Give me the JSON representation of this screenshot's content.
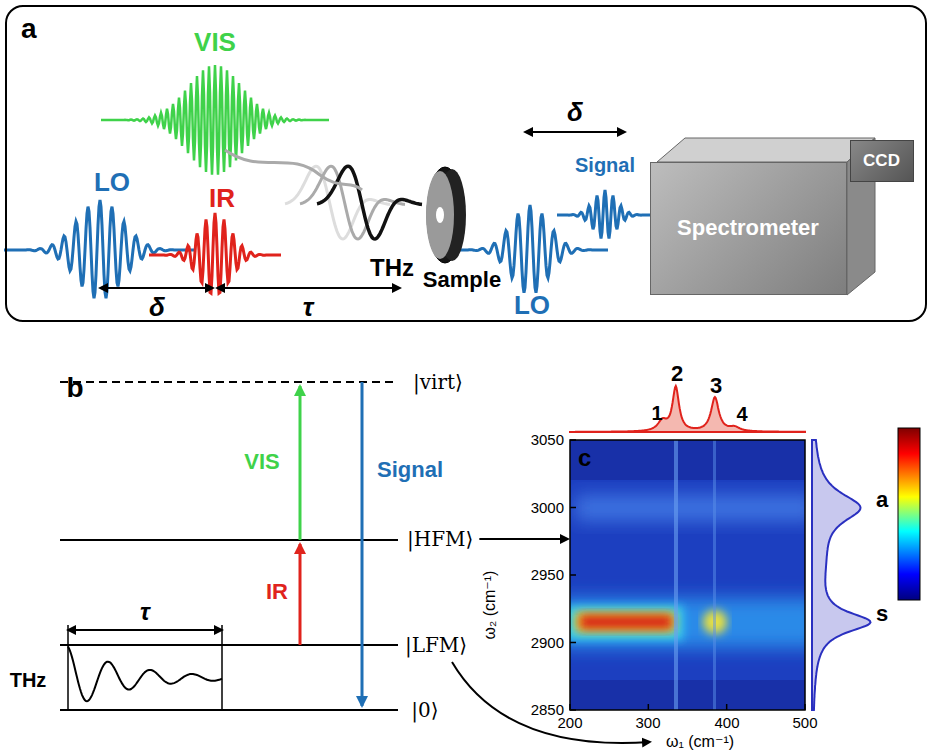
{
  "diagram": {
    "nodes": [
      {
        "text": [
          "a"
        ]
      },
      {
        "text": [
          "Spectrometer"
        ],
        "in": 0
      },
      {
        "text": [
          "CCD"
        ],
        "in": 0
      },
      {
        "text": [
          "|HFM⟩"
        ]
      },
      {
        "text": [
          "c"
        ]
      }
    ],
    "edges": [
      {
        "from": 3,
        "to": 4,
        "arrow": "to"
      }
    ],
    "labels": [
      "VIS",
      "LO",
      "IR",
      "THz",
      "Sample",
      "δ",
      "τ",
      "LO",
      "Signal",
      "δ",
      "b",
      "|virt⟩",
      "VIS",
      "IR",
      "Signal",
      "τ",
      "THz",
      "|LFM⟩",
      "|0⟩",
      "1",
      "2",
      "3",
      "4",
      "3050",
      "3000",
      "2950",
      "2900",
      "2850",
      "ω₂ (cm⁻¹)",
      "200",
      "300",
      "400",
      "500",
      "ω₁ (cm⁻¹)",
      "a",
      "s"
    ]
  }
}
